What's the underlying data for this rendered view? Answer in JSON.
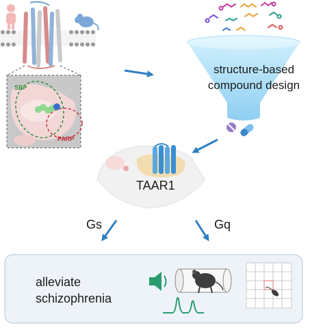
{
  "labels": {
    "design_line1": "structure-based",
    "design_line2": "compound design",
    "receptor": "TAAR1",
    "path_left": "Gs",
    "path_right": "Gq",
    "outcome_line1": "alleviate",
    "outcome_line2": "schizophrenia",
    "pocket_primary": "SBP",
    "pocket_secondary": "PARP"
  },
  "icons": [
    "human-figure-icon",
    "mouse-icon",
    "membrane-receptor-icon",
    "binding-pocket-icon",
    "funnel-icon",
    "compound-icon",
    "capsule-icon",
    "brain-icon",
    "speaker-icon",
    "tunnel-icon",
    "mouse-arena-icon",
    "waveform-icon"
  ],
  "colors": {
    "arrow": "#2f7fc4",
    "funnel": "#a6dcf7",
    "membrane": "#9a9a9a",
    "sbp_outline": "#2e8b3a",
    "parp_outline": "#c0303a",
    "outcome_panel": "#eef3f9",
    "speaker": "#2a9d6e"
  }
}
